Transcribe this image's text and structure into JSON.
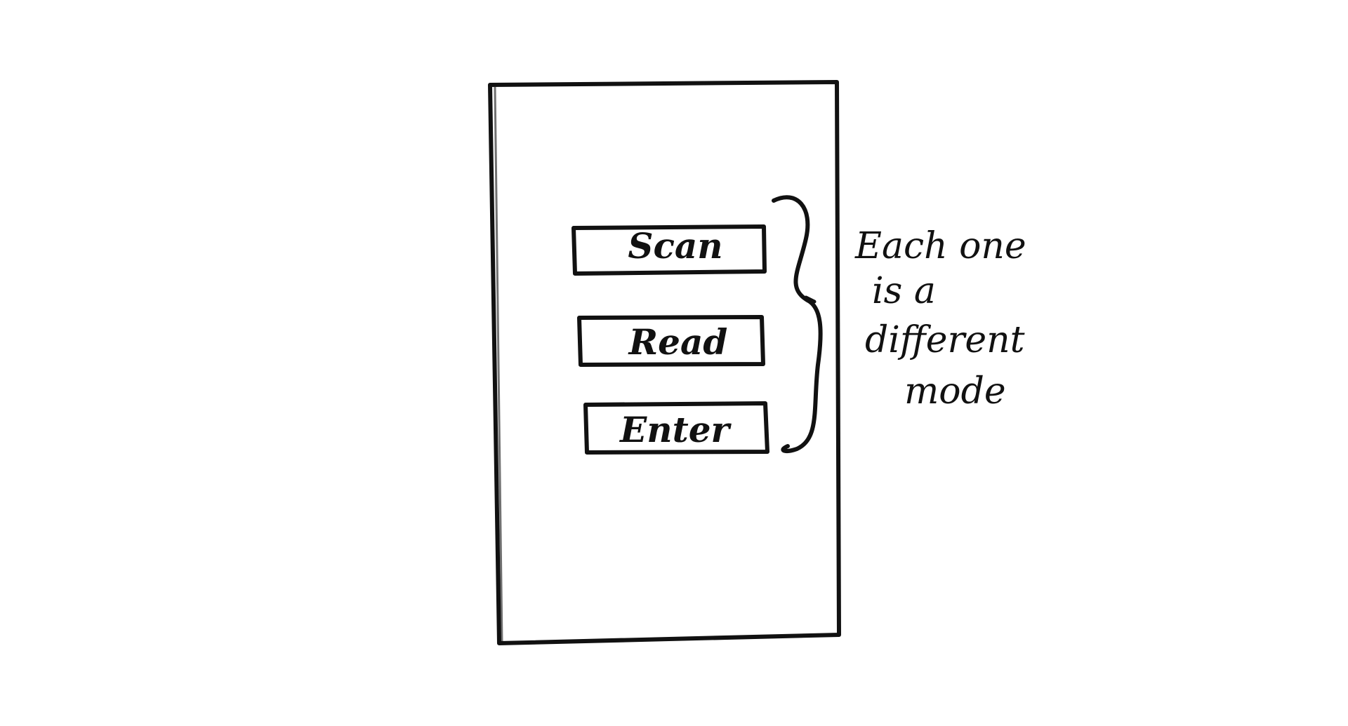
{
  "colors": {
    "ink": "#111111",
    "paper": "#ffffff"
  },
  "phone": {
    "buttons": [
      {
        "label": "Scan"
      },
      {
        "label": "Read"
      },
      {
        "label": "Enter"
      }
    ]
  },
  "annotation": {
    "brace_icon": "curly-brace-icon",
    "lines": [
      "Each one",
      "is a",
      "different",
      "mode"
    ]
  }
}
